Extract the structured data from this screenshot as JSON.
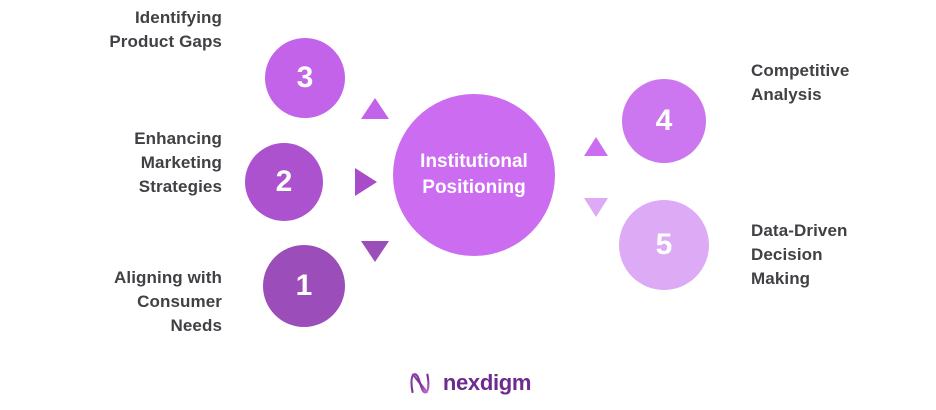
{
  "diagram": {
    "title": "Institutional Positioning",
    "hub": {
      "label": "Institutional\nPositioning",
      "color": "#cc6cf0"
    },
    "nodes": [
      {
        "number": "1",
        "label": "Aligning with\nConsumer\nNeeds",
        "color": "#9b4dba",
        "side": "left"
      },
      {
        "number": "2",
        "label": "Enhancing\nMarketing\nStrategies",
        "color": "#ad52cf",
        "side": "left"
      },
      {
        "number": "3",
        "label": "Identifying\nProduct Gaps",
        "color": "#c263ea",
        "side": "left"
      },
      {
        "number": "4",
        "label": "Competitive\nAnalysis",
        "color": "#cc77f0",
        "side": "right"
      },
      {
        "number": "5",
        "label": "Data-Driven\nDecision\nMaking",
        "color": "#ddaaf5",
        "side": "right"
      }
    ],
    "connectors": [
      {
        "name": "connector-up-from-3",
        "direction": "up",
        "color": "#c263ea"
      },
      {
        "name": "connector-right-from-2",
        "direction": "right",
        "color": "#a84cc9"
      },
      {
        "name": "connector-down-from-1",
        "direction": "down",
        "color": "#9b4dba"
      },
      {
        "name": "connector-up-to-4",
        "direction": "up",
        "color": "#cc6cf0"
      },
      {
        "name": "connector-down-to-5",
        "direction": "down",
        "color": "#ddaaf5"
      }
    ],
    "text_color": "#414145",
    "background_color": "#ffffff"
  },
  "logo": {
    "wordmark": "nexdigm",
    "wordmark_color": "#6d2b8e",
    "mark_name": "nexdigm-n-mark"
  }
}
